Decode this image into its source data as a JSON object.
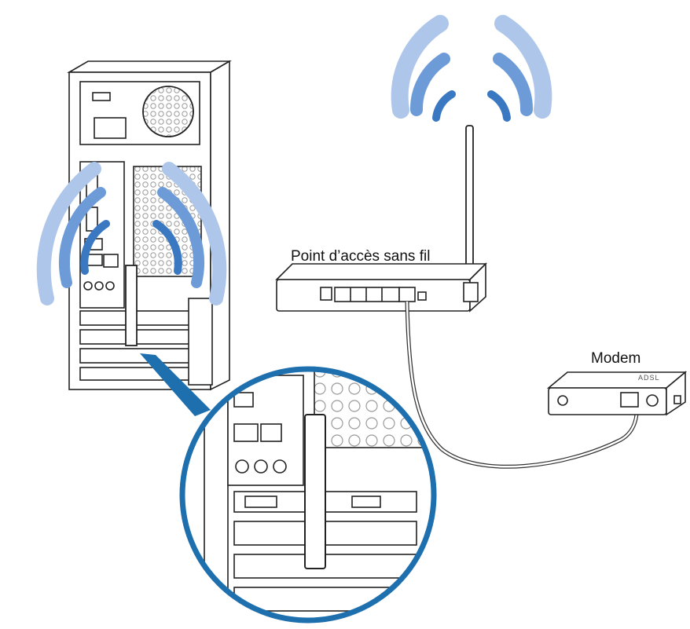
{
  "labels": {
    "access_point": "Point d’accès sans fil",
    "modem": "Modem",
    "modem_brand": "ADSL"
  },
  "colors": {
    "wave_inner": "#3a78c2",
    "wave_mid": "#6d9bd8",
    "wave_outer": "#aec6ea",
    "callout": "#1e6fae",
    "line": "#222222",
    "device_fill": "#ffffff",
    "detail": "#bdbdbd"
  },
  "icons": {
    "router": "wireless-router-icon",
    "modem": "adsl-modem-icon",
    "computer": "desktop-tower-icon",
    "antenna": "wifi-antenna-icon"
  }
}
